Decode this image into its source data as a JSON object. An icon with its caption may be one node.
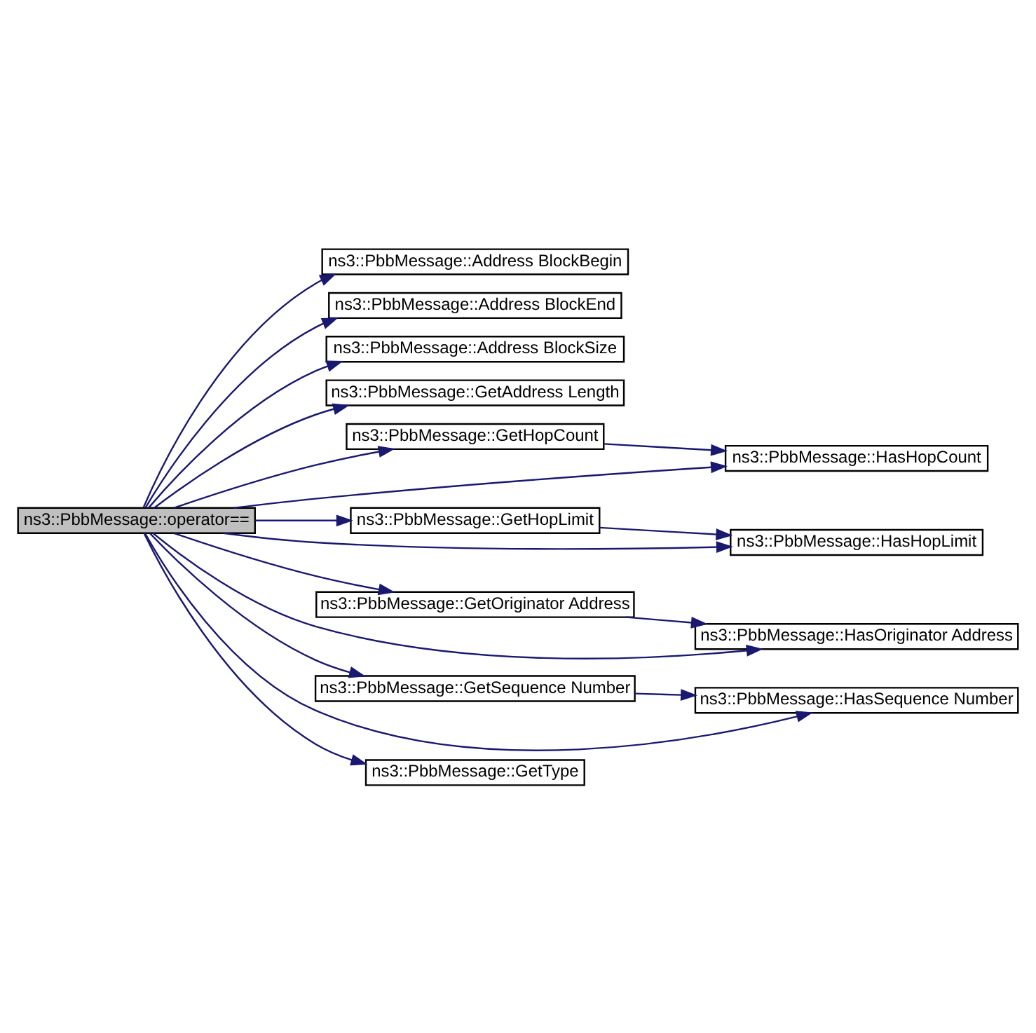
{
  "diagram": {
    "nodes": [
      {
        "text": [
          "ns3::PbbMessage::operator=="
        ]
      },
      {
        "text": [
          "ns3::PbbMessage::Address BlockBegin"
        ]
      },
      {
        "text": [
          "ns3::PbbMessage::Address BlockEnd"
        ]
      },
      {
        "text": [
          "ns3::PbbMessage::Address BlockSize"
        ]
      },
      {
        "text": [
          "ns3::PbbMessage::GetAddress Length"
        ]
      },
      {
        "text": [
          "ns3::PbbMessage::GetHopCount"
        ]
      },
      {
        "text": [
          "ns3::PbbMessage::HasHopCount"
        ]
      },
      {
        "text": [
          "ns3::PbbMessage::GetHopLimit"
        ]
      },
      {
        "text": [
          "ns3::PbbMessage::HasHopLimit"
        ]
      },
      {
        "text": [
          "ns3::PbbMessage::GetOriginator Address"
        ]
      },
      {
        "text": [
          "ns3::PbbMessage::HasOriginator Address"
        ]
      },
      {
        "text": [
          "ns3::PbbMessage::GetSequence Number"
        ]
      },
      {
        "text": [
          "ns3::PbbMessage::HasSequence Number"
        ]
      },
      {
        "text": [
          "ns3::PbbMessage::GetType"
        ]
      }
    ],
    "edges": [
      {
        "from": 0,
        "to": 1,
        "arrow": "to"
      },
      {
        "from": 0,
        "to": 2,
        "arrow": "to"
      },
      {
        "from": 0,
        "to": 3,
        "arrow": "to"
      },
      {
        "from": 0,
        "to": 4,
        "arrow": "to"
      },
      {
        "from": 0,
        "to": 5,
        "arrow": "to"
      },
      {
        "from": 0,
        "to": 6,
        "arrow": "to"
      },
      {
        "from": 0,
        "to": 7,
        "arrow": "to"
      },
      {
        "from": 0,
        "to": 8,
        "arrow": "to"
      },
      {
        "from": 0,
        "to": 9,
        "arrow": "to"
      },
      {
        "from": 0,
        "to": 10,
        "arrow": "to"
      },
      {
        "from": 0,
        "to": 11,
        "arrow": "to"
      },
      {
        "from": 0,
        "to": 12,
        "arrow": "to"
      },
      {
        "from": 0,
        "to": 13,
        "arrow": "to"
      },
      {
        "from": 5,
        "to": 6,
        "arrow": "to"
      },
      {
        "from": 7,
        "to": 8,
        "arrow": "to"
      },
      {
        "from": 9,
        "to": 10,
        "arrow": "to"
      },
      {
        "from": 11,
        "to": 12,
        "arrow": "to"
      }
    ]
  }
}
